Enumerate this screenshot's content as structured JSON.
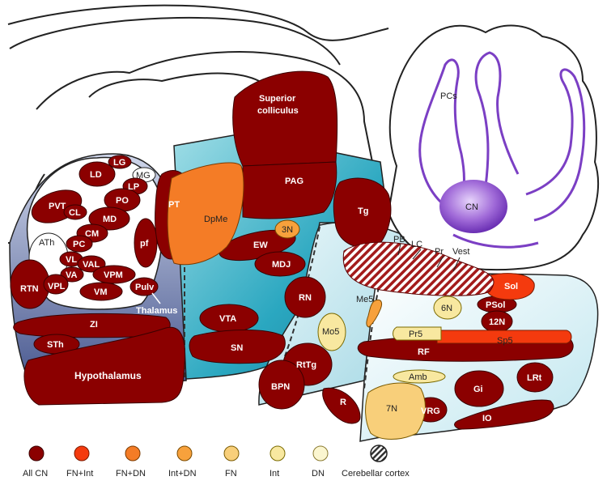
{
  "colors": {
    "all_cn": "#8b0000",
    "fn_int": "#f43a0e",
    "fn_dn": "#f47c26",
    "int_dn": "#f7a13c",
    "fn": "#f8cf7a",
    "int": "#f8e8a0",
    "dn": "#fbf6d0",
    "outline": "#222222"
  },
  "regions": {
    "thalamus": "Thalamus",
    "hypothalamus": "Hypothalamus",
    "cerebellum_pcs": "PCs",
    "cerebellum_cn": "CN"
  },
  "nuclei": {
    "LG": "LG",
    "MG": "MG",
    "LD": "LD",
    "LP": "LP",
    "PVT": "PVT",
    "CL": "CL",
    "PO": "PO",
    "MD": "MD",
    "ATh": "ATh",
    "CM": "CM",
    "PC": "PC",
    "pf": "pf",
    "VL": "VL",
    "VAL": "VAL",
    "VA": "VA",
    "VPM": "VPM",
    "RTN": "RTN",
    "VPL": "VPL",
    "VM": "VM",
    "Pulv": "Pulv",
    "ZI": "ZI",
    "STh": "STh",
    "PT": "PT",
    "DpMe": "DpMe",
    "SC_line1": "Superior",
    "SC_line2": "colliculus",
    "PAG": "PAG",
    "3N": "3N",
    "EW": "EW",
    "MDJ": "MDJ",
    "RN": "RN",
    "VTA": "VTA",
    "SN": "SN",
    "Tg": "Tg",
    "PB": "PB",
    "LC": "LC",
    "Pr": "Pr",
    "Vest": "Vest",
    "Sol": "Sol",
    "PSol": "PSol",
    "Me5": "Me5",
    "6N": "6N",
    "12N": "12N",
    "Mo5": "Mo5",
    "Pr5": "Pr5",
    "Sp5": "Sp5",
    "RF": "RF",
    "RtTg": "RtTg",
    "Amb": "Amb",
    "LRt": "LRt",
    "BPN": "BPN",
    "Gi": "Gi",
    "7N": "7N",
    "VRG": "VRG",
    "R": "R",
    "IO": "IO"
  },
  "legend": [
    {
      "label": "All CN",
      "color": "#8b0000"
    },
    {
      "label": "FN+Int",
      "color": "#f43a0e"
    },
    {
      "label": "FN+DN",
      "color": "#f47c26"
    },
    {
      "label": "Int+DN",
      "color": "#f7a13c"
    },
    {
      "label": "FN",
      "color": "#f8cf7a"
    },
    {
      "label": "Int",
      "color": "#f8e8a0"
    },
    {
      "label": "DN",
      "color": "#fbf6d0"
    },
    {
      "label": "Cerebellar cortex",
      "color": "hatched"
    }
  ]
}
